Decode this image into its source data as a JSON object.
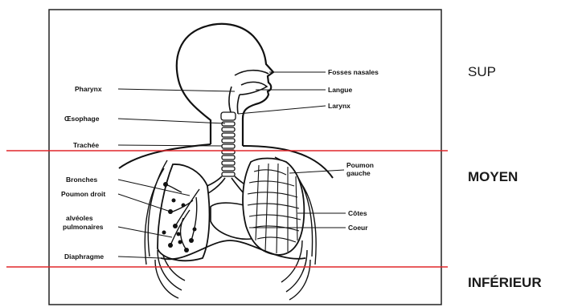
{
  "labels": {
    "fosses_nasales": "Fosses nasales",
    "langue": "Langue",
    "larynx": "Larynx",
    "pharynx": "Pharynx",
    "oesophage": "Œsophage",
    "trachee": "Trachée",
    "poumon_gauche_1": "Poumon",
    "poumon_gauche_2": "gauche",
    "bronches": "Bronches",
    "poumon_droit": "Poumon droit",
    "alveoles_1": "alvéoles",
    "alveoles_2": "pulmonaires",
    "cotes": "Côtes",
    "coeur": "Coeur",
    "diaphragme": "Diaphragme"
  },
  "levels": {
    "superieur": "SUP",
    "moyen": "MOYEN",
    "inferieur": "INFÉRIEUR"
  },
  "colors": {
    "divider_line": "#e0262a",
    "ink": "#111111",
    "frame": "#222222"
  }
}
